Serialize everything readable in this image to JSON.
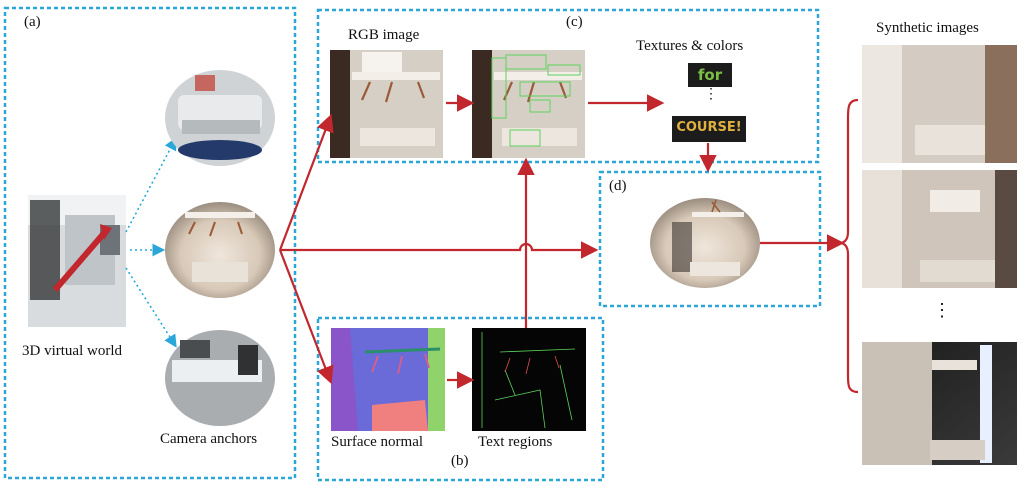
{
  "panels": {
    "a": "(a)",
    "b": "(b)",
    "c": "(c)",
    "d": "(d)"
  },
  "labels": {
    "world": "3D virtual world",
    "anchors": "Camera anchors",
    "rgb": "RGB image",
    "textures": "Textures & colors",
    "normal": "Surface normal",
    "regions": "Text regions",
    "synthetic": "Synthetic images",
    "dots_small": "⋮",
    "dots_large": "⋮"
  },
  "textures": {
    "word1": "for",
    "word2": "COURSE!"
  },
  "colors": {
    "box_border": "#2aa7d8",
    "arrow_red": "#c1272d",
    "dotted_blue": "#2aa7d8",
    "normal_blue": "#6a6ad8",
    "normal_purple": "#8a55c9",
    "normal_pink": "#f08080",
    "normal_green": "#8fd36a",
    "text_green": "#7bc043",
    "tex_yellow": "#e0b040"
  }
}
